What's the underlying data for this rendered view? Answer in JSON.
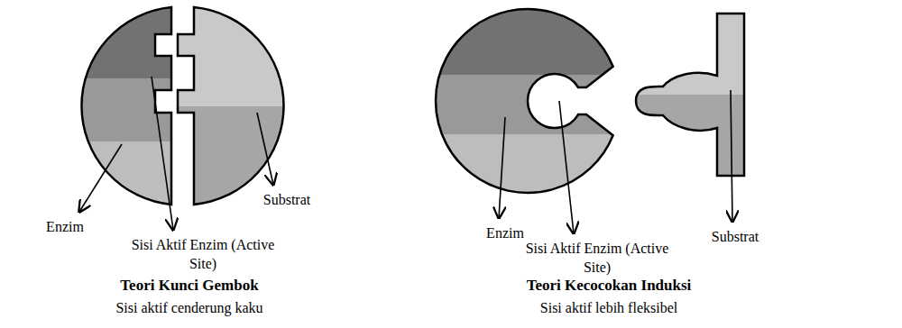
{
  "diagram": {
    "labels": [
      "Enzim",
      "Sisi Aktif Enzim (Active Site)",
      "Substrat",
      "Teori Kunci Gembok",
      "Sisi aktif cenderung kaku",
      "Enzim",
      "Sisi Aktif Enzim (Active Site)",
      "Substrat",
      "Teori Kecocokan Induksi",
      "Sisi aktif lebih fleksibel"
    ]
  }
}
